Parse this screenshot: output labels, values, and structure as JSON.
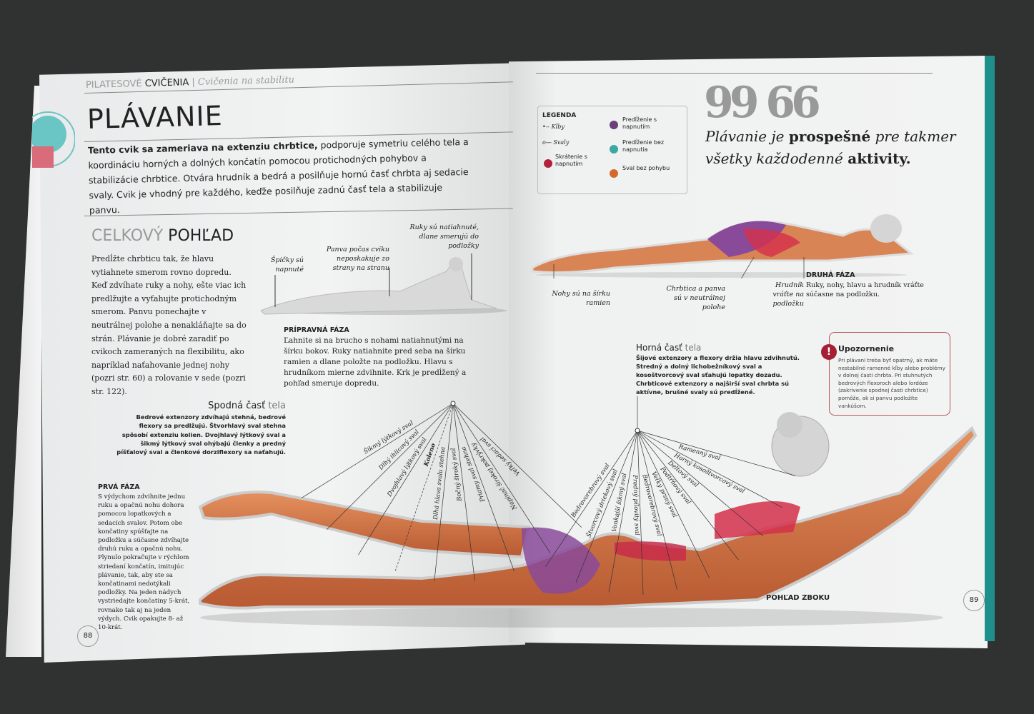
{
  "left_page": {
    "section": "PILATESOVÉ",
    "section_bold": "CVIČENIA",
    "subsection": "Cvičenia na stabilitu",
    "title": "PLÁVANIE",
    "intro_bold": "Tento cvik sa zameriava na extenziu chrbtice,",
    "intro_rest": " podporuje symetriu celého tela a koordináciu horných a dolných končatín pomocou protichodných pohybov a stabilizácie chrbtice. Otvára hrudník a bedrá a posilňuje hornú časť chrbta aj sedacie svaly. Cvik je vhodný pre každého, keďže posilňuje zadnú časť tela a stabilizuje panvu.",
    "overview_light": "CELKOVÝ",
    "overview_bold": "POHĽAD",
    "overview_text": "Predĺžte chrbticu tak, že hlavu vytiahnete smerom rovno dopredu. Keď zdvíhate ruky a nohy, ešte viac ich predlžujte a vyťahujte protichodným smerom. Panvu ponechajte v neutrálnej polohe a nenakláňajte sa do strán. Plávanie je dobré zaradiť po cvikoch zameraných na flexibilitu, ako napríklad naťahovanie jednej nohy (pozri str. 60) a rolovanie v sede (pozri str. 122).",
    "prep_captions": [
      "Špičky sú napnuté",
      "Panva počas cviku neposkakuje zo strany na stranu",
      "Ruky sú natiahnuté, dlane smerujú do podložky"
    ],
    "prep_title": "PRÍPRAVNÁ FÁZA",
    "prep_text": "Ľahnite si na brucho s nohami natiahnutými na šírku bokov. Ruky natiahnite pred seba na šírku ramien a dlane položte na podložku. Hlavu s hrudníkom mierne zdvihnite. Krk je predĺžený a pohľad smeruje dopredu.",
    "lower_title": "Spodná časť",
    "lower_title_light": "tela",
    "lower_text": "Bedrové extenzory zdvíhajú stehná, bedrové flexory sa predlžujú. Štvorhlavý sval stehna spôsobí extenziu kolien. Dvojhlavý lýtkový sval a šikmý lýtkový sval ohýbajú členky a predný píšťalový sval a členkové dorziflexory sa naťahujú.",
    "first_title": "PRVÁ FÁZA",
    "first_text": "S výdychom zdvihnite jednu ruku a opačnú nohu dohora pomocou lopatkových a sedacích svalov. Potom obe končatiny spúšťajte na podložku a súčasne zdvíhajte druhú ruku a opačnú nohu. Plynulo pokračujte v rýchlom striedaní končatín, imitujúc plávanie, tak, aby ste sa končatinami nedotýkali podložky. Na jeden nádych vystriedajte končatiny 5-krát, rovnako tak aj na jeden výdych. Cvik opakujte 8- až 10-krát.",
    "muscle_labels": [
      "Šikmý lýtkový sval",
      "Dlhý ihlicový sval",
      "Dvojhlavý lýtkový sval",
      "Koleno",
      "Dlhá hlava svalu stehna",
      "Bočný široký sval",
      "Priamy sval stehna",
      "Napínač širokej pokrývky",
      "Veľký sedací sval"
    ],
    "page_number": "88"
  },
  "right_page": {
    "legend": {
      "title": "LEGENDA",
      "joints": "Kĺby",
      "muscles": "Svaly",
      "items": [
        {
          "label": "Skrátenie s napnutím",
          "color": "#b3203a"
        },
        {
          "label": "Predĺženie s napnutím",
          "color": "#6a3f7a"
        },
        {
          "label": "Predĺženie bez napnutia",
          "color": "#3aa8a4"
        },
        {
          "label": "Sval bez pohybu",
          "color": "#d2692a"
        }
      ]
    },
    "quote_mark": "99 66",
    "quote_1": "Plávanie je",
    "quote_bold_1": "prospešné",
    "quote_2": "pre takmer",
    "quote_3": "všetky každodenné",
    "quote_bold_2": "aktivity.",
    "second_captions": [
      "Nohy sú na šírku ramien",
      "Chrbtica a panva sú v neutrálnej polohe",
      "Hrudník vráťte na podložku"
    ],
    "second_title": "DRUHÁ FÁZA",
    "second_text": "Ruky, nohy, hlavu a hrudník vráťte súčasne na podložku.",
    "upper_title": "Horná časť",
    "upper_title_light": "tela",
    "upper_text": "Šijové extenzory a flexory držia hlavu zdvihnutú. Stredný a dolný lichobežníkový sval a kosoštvorcový sval sťahujú lopatky dozadu. Chrbticové extenzory a najširší sval chrbta sú aktívne, brušné svaly sú predĺžené.",
    "warning_title": "Upozornenie",
    "warning_text": "Pri plávaní treba byť opatrný, ak máte nestabilné ramenné kĺby alebo problémy v dolnej časti chrbta. Pri stuhnutých bedrových flexoroch alebo lordóze (zakrivenie spodnej časti chrbtice) pomôže, ak si panvu podložíte vankúšom.",
    "warning_color": "#a51f35",
    "muscle_labels": [
      "Ramenný sval",
      "Horný kosoštvorcový sval",
      "Deltový sval",
      "Podtŕňový sval",
      "Veľký prsný sval",
      "Bedrovorebrový sval",
      "Predný pílovitý sval",
      "Vonkajší šikmý sval",
      "Štvorcový driekový sval",
      "Bedrovorebrový sval"
    ],
    "view_label": "POHĽAD ZBOKU",
    "page_number": "89"
  }
}
